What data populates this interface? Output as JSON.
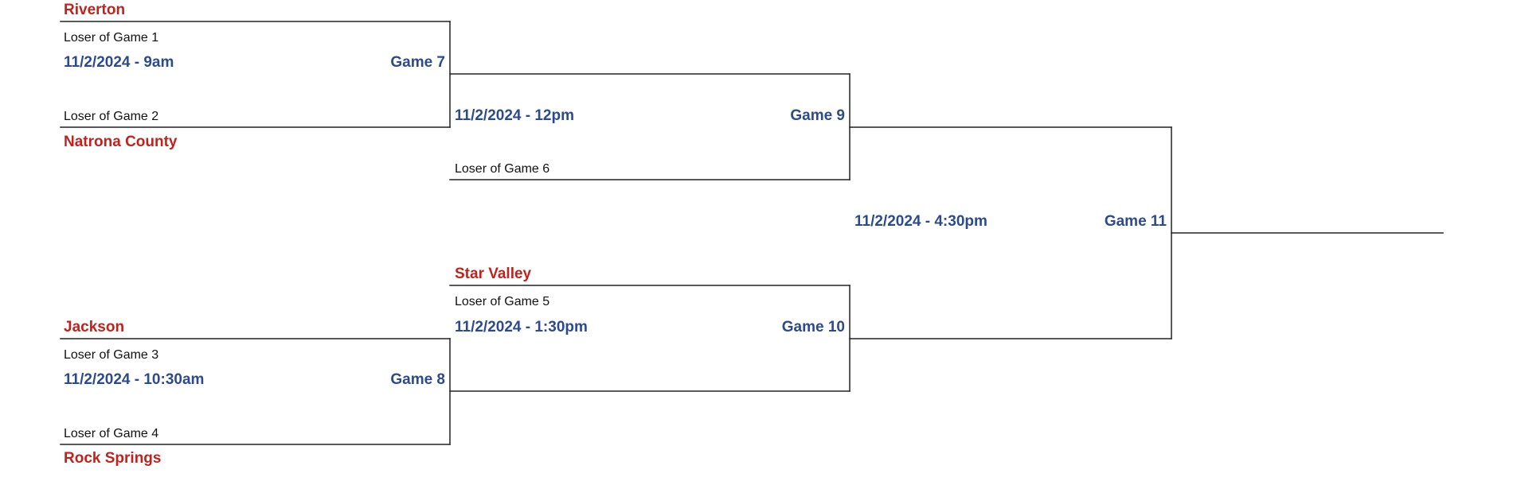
{
  "colors": {
    "team": "#c0231d",
    "schedule": "#2c4b8c",
    "slot_text": "#111111",
    "line": "#222222"
  },
  "bracket": {
    "teams": {
      "riverton": "Riverton",
      "natrona_county": "Natrona County",
      "star_valley": "Star Valley",
      "jackson": "Jackson",
      "rock_springs": "Rock Springs"
    },
    "games": {
      "game7": {
        "top_slot": "Loser of Game 1",
        "bottom_slot": "Loser of Game 2",
        "datetime": "11/2/2024 - 9am",
        "label": "Game 7"
      },
      "game8": {
        "top_slot": "Loser of Game 3",
        "bottom_slot": "Loser of Game 4",
        "datetime": "11/2/2024 - 10:30am",
        "label": "Game 8"
      },
      "game9": {
        "bottom_slot": "Loser of Game 6",
        "datetime": "11/2/2024 - 12pm",
        "label": "Game 9"
      },
      "game10": {
        "top_slot": "Loser of Game 5",
        "datetime": "11/2/2024 - 1:30pm",
        "label": "Game 10"
      },
      "game11": {
        "datetime": "11/2/2024 - 4:30pm",
        "label": "Game 11"
      }
    }
  }
}
